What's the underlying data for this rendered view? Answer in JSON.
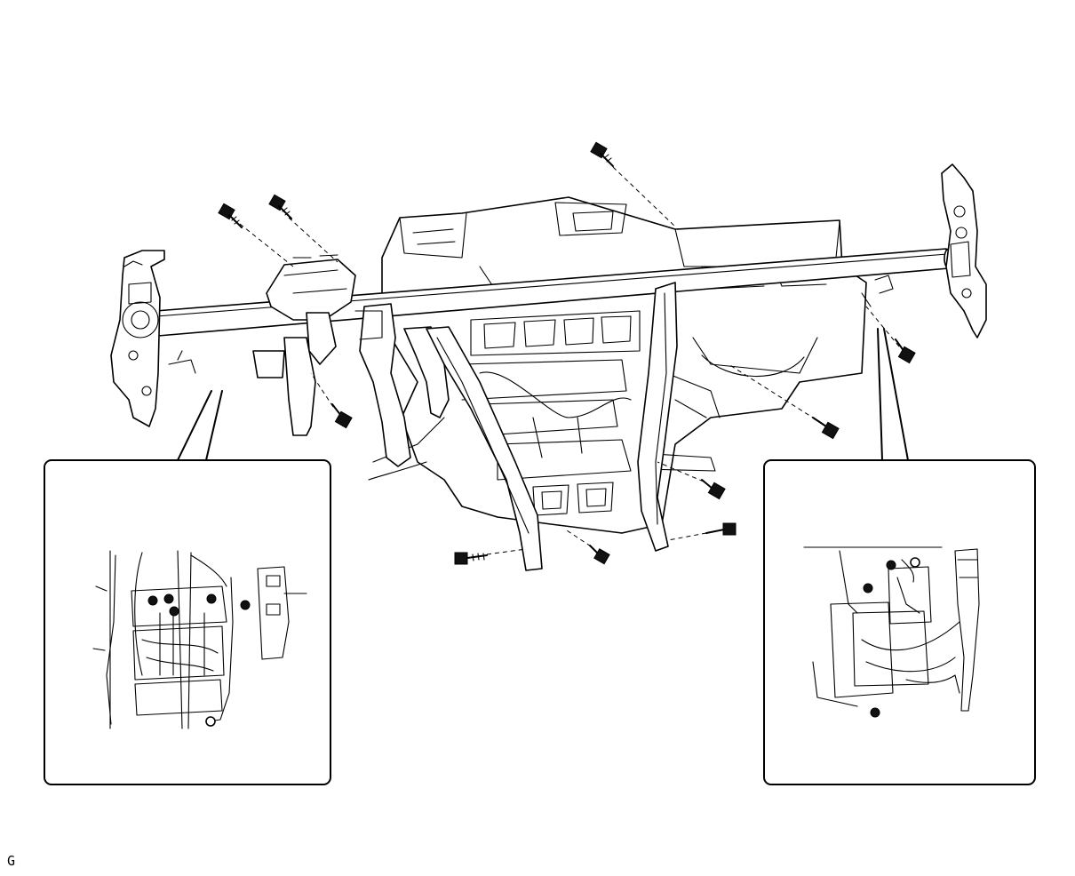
{
  "figure": {
    "corner_label": "G"
  },
  "parts": {
    "reinforcement_bar": "instrument-panel-reinforcement",
    "hvac_unit": "air-conditioning-unit",
    "left_bracket": "left-side-bracket",
    "right_bracket": "right-side-bracket",
    "bolt_count": 10,
    "detail_views": 2
  }
}
